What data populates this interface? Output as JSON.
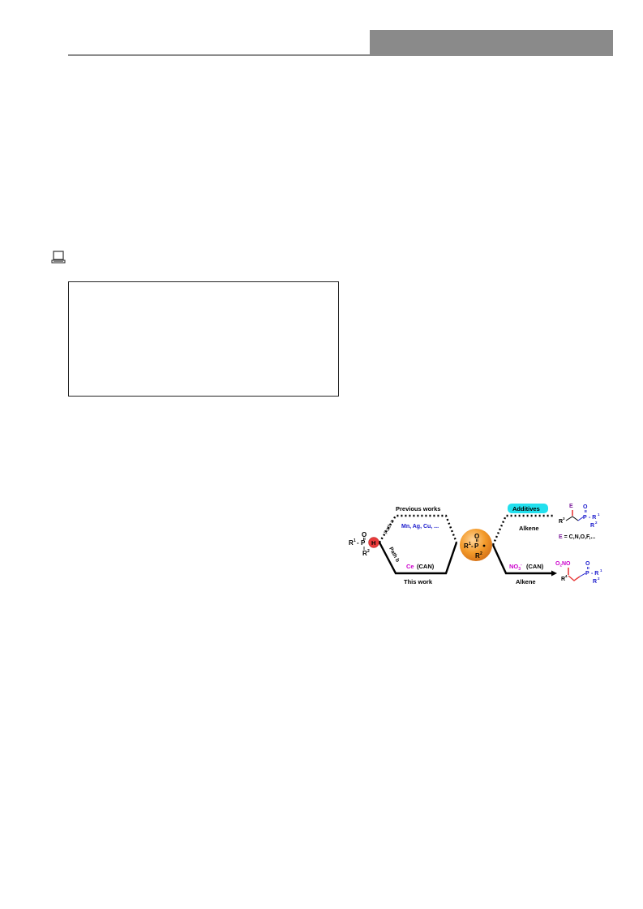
{
  "scheme": {
    "previous_works": "Previous works",
    "this_work": "This work",
    "path_a": "Path a",
    "path_b": "Path b",
    "metals": "Mn, Ag, Cu, ...",
    "ce": "Ce",
    "can_lower": "(CAN)",
    "additives": "Additives",
    "alkene_top": "Alkene",
    "alkene_bottom": "Alkene",
    "no3_can": "(CAN)",
    "e_list_E": "E",
    "e_list_rest": " = C,N,O,F,...",
    "colors": {
      "blue": "#1a1acc",
      "magenta": "#cc00cc",
      "purple": "#7a1a9a",
      "cyan": "#22e0ee",
      "orange": "#f39a2a",
      "red": "#e83a3a"
    }
  }
}
